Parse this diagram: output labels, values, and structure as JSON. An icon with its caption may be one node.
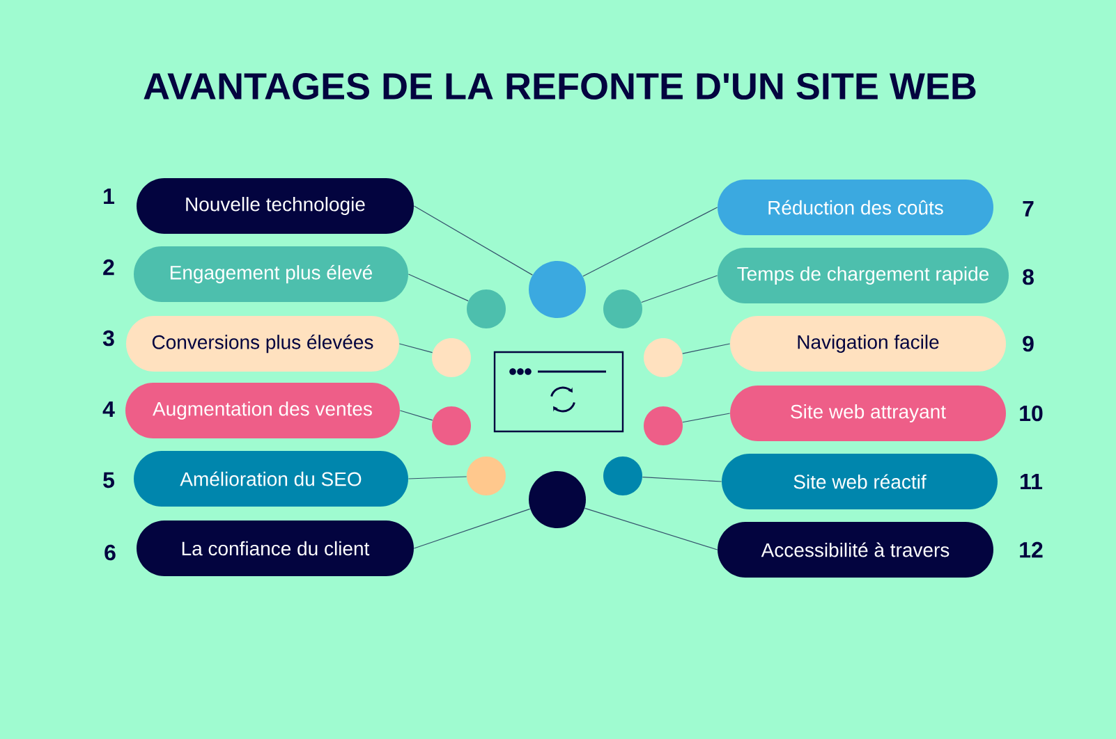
{
  "diagram": {
    "title": "AVANTAGES DE LA REFONTE D'UN SITE WEB",
    "nodes": [
      {
        "text": [
          "Nouvelle technologie"
        ],
        "beside": [
          "1"
        ]
      },
      {
        "text": [
          "Engagement plus élevé"
        ],
        "beside": [
          "2"
        ]
      },
      {
        "text": [
          "Conversions plus élevées"
        ],
        "beside": [
          "3"
        ]
      },
      {
        "text": [
          "Augmentation des ventes"
        ],
        "beside": [
          "4"
        ]
      },
      {
        "text": [
          "Amélioration du SEO"
        ],
        "beside": [
          "5"
        ]
      },
      {
        "text": [
          "La confiance du client"
        ],
        "beside": [
          "6"
        ]
      },
      {
        "text": [
          "Réduction des coûts"
        ],
        "beside": [
          "7"
        ]
      },
      {
        "text": [
          "Temps de chargement rapide"
        ],
        "beside": [
          "8"
        ]
      },
      {
        "text": [
          "Navigation facile"
        ],
        "beside": [
          "9"
        ]
      },
      {
        "text": [
          "Site web attrayant"
        ],
        "beside": [
          "10"
        ]
      },
      {
        "text": [
          "Site web réactif"
        ],
        "beside": [
          "11"
        ]
      },
      {
        "text": [
          "Accessibilité à travers"
        ],
        "beside": [
          "12"
        ]
      },
      {
        "text": [],
        "shape": "circle"
      },
      {
        "text": [],
        "shape": "circle"
      },
      {
        "text": [],
        "shape": "circle"
      },
      {
        "text": [],
        "shape": "circle"
      },
      {
        "text": [],
        "shape": "circle"
      },
      {
        "text": [],
        "shape": "circle"
      },
      {
        "text": [],
        "shape": "circle"
      },
      {
        "text": [],
        "shape": "circle"
      },
      {
        "text": [],
        "shape": "circle"
      },
      {
        "text": [],
        "shape": "circle"
      }
    ],
    "edges": [
      {
        "from": 0,
        "to": 12,
        "arrow": "none"
      },
      {
        "from": 1,
        "to": 13,
        "arrow": "none"
      },
      {
        "from": 2,
        "to": 14,
        "arrow": "none"
      },
      {
        "from": 3,
        "to": 15,
        "arrow": "none"
      },
      {
        "from": 4,
        "to": 16,
        "arrow": "none"
      },
      {
        "from": 5,
        "to": 17,
        "arrow": "none"
      },
      {
        "from": 6,
        "to": 12,
        "arrow": "none"
      },
      {
        "from": 7,
        "to": 18,
        "arrow": "none"
      },
      {
        "from": 8,
        "to": 19,
        "arrow": "none"
      },
      {
        "from": 9,
        "to": 20,
        "arrow": "none"
      },
      {
        "from": 10,
        "to": 21,
        "arrow": "none"
      },
      {
        "from": 11,
        "to": 17,
        "arrow": "none"
      }
    ]
  }
}
